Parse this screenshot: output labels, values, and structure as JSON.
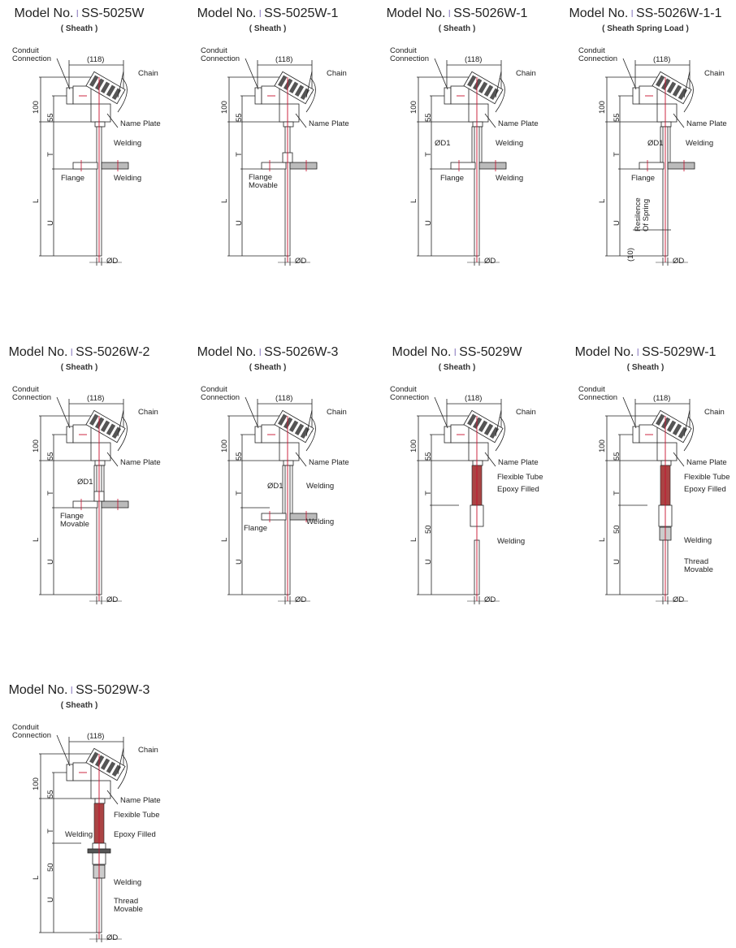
{
  "title_prefix": "Model No.",
  "separator": "I",
  "common_labels": {
    "conduit": "Conduit\nConnection",
    "width": "(118)",
    "chain": "Chain",
    "name_plate": "Name Plate",
    "dim_100": "100",
    "dim_55": "55",
    "dim_t": "T",
    "dim_l": "L",
    "dim_u": "U",
    "dim_d": "ØD"
  },
  "models": [
    {
      "model": "SS-5025W",
      "subtitle": "( Sheath )",
      "type": "flange",
      "labels": [
        "Welding",
        "Flange",
        "Welding"
      ]
    },
    {
      "model": "SS-5025W-1",
      "subtitle": "( Sheath )",
      "type": "flange-movable",
      "labels": [
        "Flange\nMovable"
      ]
    },
    {
      "model": "SS-5026W-1",
      "subtitle": "( Sheath )",
      "type": "flange-d1",
      "labels": [
        "ØD1",
        "Welding",
        "Flange",
        "Welding"
      ]
    },
    {
      "model": "SS-5026W-1-1",
      "subtitle": "( Sheath Spring Load )",
      "type": "spring",
      "labels": [
        "ØD1",
        "Welding",
        "Flange",
        "Resilence\nOf Spring",
        "(10)"
      ]
    },
    {
      "model": "SS-5026W-2",
      "subtitle": "( Sheath )",
      "type": "flange-d1-movable",
      "labels": [
        "ØD1",
        "Flange\nMovable"
      ]
    },
    {
      "model": "SS-5026W-3",
      "subtitle": "( Sheath )",
      "type": "flange-d1-low",
      "labels": [
        "ØD1",
        "Welding",
        "Welding",
        "Flange"
      ]
    },
    {
      "model": "SS-5029W",
      "subtitle": "( Sheath )",
      "type": "flex",
      "labels": [
        "Flexible Tube",
        "Epoxy Filled",
        "Welding",
        "50"
      ]
    },
    {
      "model": "SS-5029W-1",
      "subtitle": "( Sheath )",
      "type": "flex-thread",
      "labels": [
        "Flexible Tube",
        "Epoxy Filled",
        "Welding",
        "Thread\nMovable",
        "50"
      ]
    },
    {
      "model": "SS-5029W-3",
      "subtitle": "( Sheath )",
      "type": "flex-weld-thread",
      "labels": [
        "Flexible Tube",
        "Welding",
        "Epoxy Filled",
        "Welding",
        "Thread\nMovable",
        "50"
      ]
    }
  ],
  "colors": {
    "line": "#222222",
    "center": "#c8102e",
    "separator": "#9a8cc8"
  }
}
